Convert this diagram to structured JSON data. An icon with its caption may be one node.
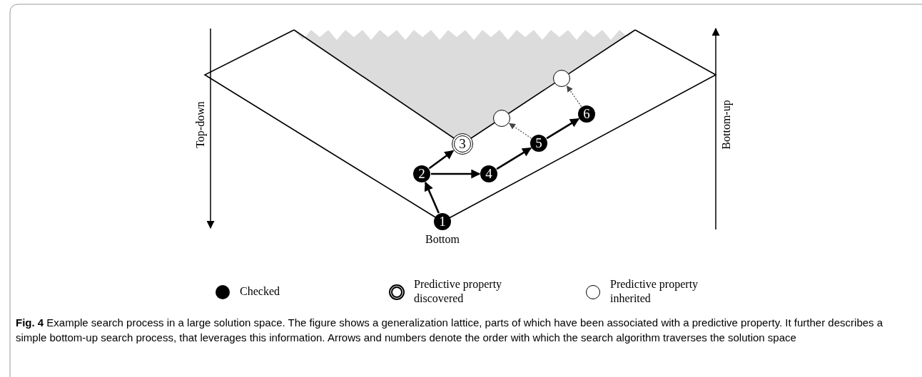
{
  "diagram": {
    "caption": "**Fig. 4** Example search process in a large solution space. The figure shows a generalization lattice, parts of which have been associated with a predictive property. It further describes a simple bottom-up search process, that leverages this information. Arrows and numbers denote the order with which the search algorithm traverses the solution space",
    "nodes": [
      {
        "text": [
          "1"
        ],
        "beside": [
          "Bottom"
        ]
      },
      {
        "text": [
          "2"
        ]
      },
      {
        "text": [
          "3"
        ]
      },
      {
        "text": [
          "4"
        ]
      },
      {
        "text": [
          "5"
        ]
      },
      {
        "text": [
          "6"
        ]
      },
      {
        "text": [],
        "shape": "circle"
      },
      {
        "text": [],
        "shape": "circle"
      }
    ],
    "edges": [
      {
        "from": 0,
        "to": 1,
        "arrow": "to"
      },
      {
        "from": 1,
        "to": 2,
        "arrow": "to"
      },
      {
        "from": 1,
        "to": 3,
        "arrow": "to"
      },
      {
        "from": 3,
        "to": 4,
        "arrow": "to"
      },
      {
        "from": 4,
        "to": 5,
        "arrow": "to"
      },
      {
        "from": 4,
        "to": 6,
        "arrow": "to",
        "style": "dashed"
      },
      {
        "from": 5,
        "to": 7,
        "arrow": "to",
        "style": "dashed"
      }
    ],
    "labels": [
      "Top-down",
      "Bottom-up"
    ],
    "legend": [
      {
        "text": "Checked"
      },
      {
        "text": "Predictive property discovered"
      },
      {
        "text": "Predictive property inherited"
      }
    ]
  }
}
